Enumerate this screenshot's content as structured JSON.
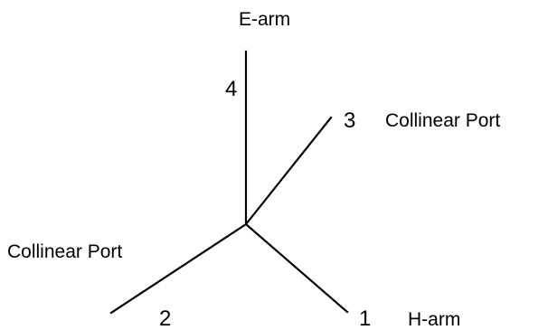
{
  "diagram": {
    "top_arm_label": "E-arm",
    "port_4_number": "4",
    "port_3_number": "3",
    "port_3_label": "Collinear Port",
    "port_2_label": "Collinear Port",
    "port_2_number": "2",
    "port_1_number": "1",
    "port_1_label": "H-arm",
    "line_color": "#000000"
  }
}
